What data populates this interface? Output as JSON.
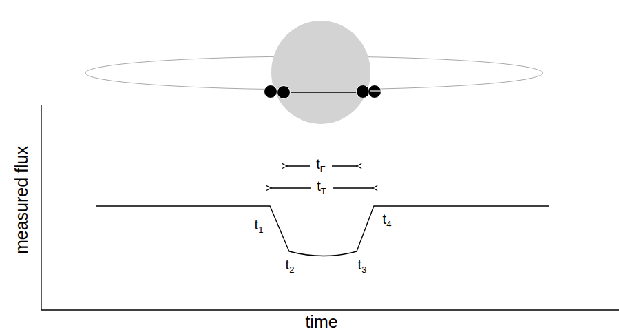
{
  "diagram": {
    "labels": [
      "tF",
      "tT",
      "t1",
      "t2",
      "t3",
      "t4",
      "measured flux",
      "time"
    ]
  }
}
